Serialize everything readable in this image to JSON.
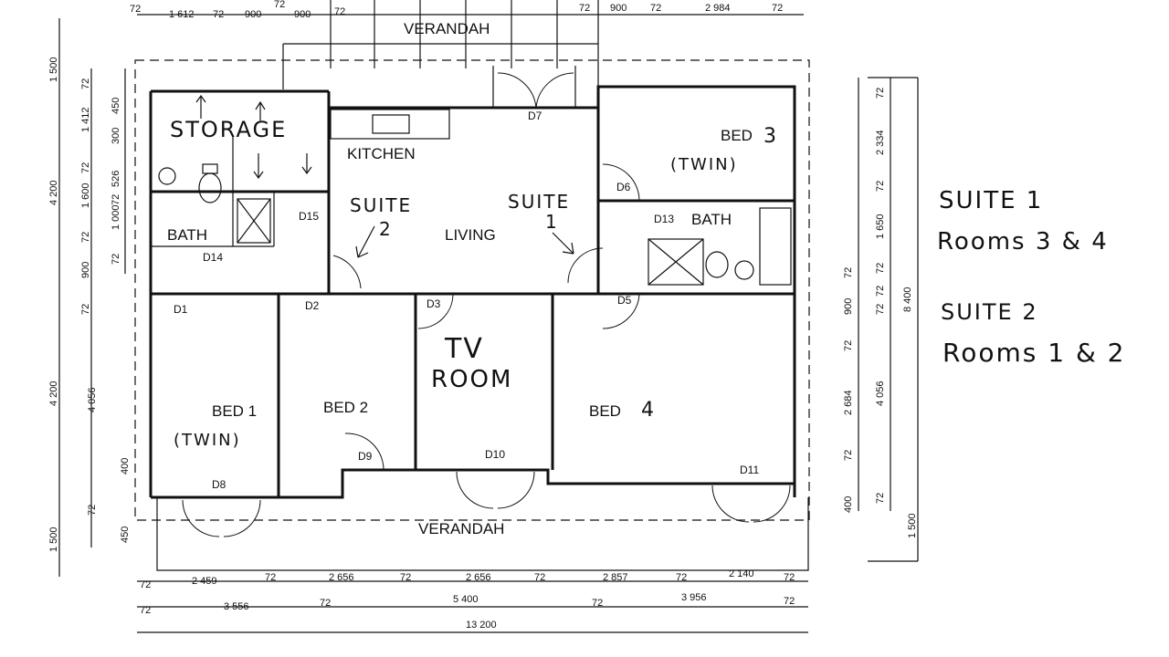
{
  "rooms": {
    "verandah_top": "VERANDAH",
    "verandah_bottom": "VERANDAH",
    "kitchen": "KITCHEN",
    "living": "LIVING",
    "bath_left": "BATH",
    "bath_right": "BATH",
    "bed1": "BED 1",
    "bed2": "BED 2",
    "bed3": "BED",
    "bed4": "BED"
  },
  "handwritten": {
    "storage": "STORAGE",
    "bed3_num": "3",
    "bed3_twin": "(TWIN)",
    "bed1_twin": "(TWIN)",
    "bed4_num": "4",
    "tv_line1": "TV",
    "tv_line2": "ROOM",
    "suite1_tag_1": "SUITE",
    "suite1_tag_2": "1",
    "suite2_tag_1": "SUITE",
    "suite2_tag_2": "2",
    "note_suite1_title": "SUITE 1",
    "note_suite1_rooms": "Rooms 3 & 4",
    "note_suite2_title": "SUITE 2",
    "note_suite2_rooms": "Rooms 1 & 2"
  },
  "doors": {
    "d1": "D1",
    "d2": "D2",
    "d3": "D3",
    "d5": "D5",
    "d6": "D6",
    "d7": "D7",
    "d8": "D8",
    "d9": "D9",
    "d10": "D10",
    "d11": "D11",
    "d13": "D13",
    "d14": "D14",
    "d15": "D15"
  },
  "dimensions": {
    "top": [
      "72",
      "1 612",
      "72",
      "900",
      "72",
      "900",
      "72",
      "72",
      "900",
      "72",
      "2 984",
      "72"
    ],
    "bottom1": [
      "72",
      "2 459",
      "72",
      "2 656",
      "72",
      "2 656",
      "72",
      "2 857",
      "72",
      "2 140",
      "72"
    ],
    "bottom2": [
      "72",
      "3 556",
      "72",
      "5 400",
      "72",
      "3 956",
      "72"
    ],
    "bottom3": "13 200",
    "left_outer": [
      "1 500",
      "4 200",
      "4 200",
      "1 500"
    ],
    "left_inner": [
      "72",
      "1 412",
      "72",
      "1 600",
      "72",
      "900",
      "72",
      "4 056",
      "72",
      "400",
      "450"
    ],
    "left_small": [
      "450",
      "300",
      "526",
      "72",
      "1 000",
      "72"
    ],
    "right_inner": [
      "72",
      "2 334",
      "72",
      "1 650",
      "72",
      "72",
      "900",
      "72",
      "2 684",
      "72",
      "400"
    ],
    "right_mid": [
      "72",
      "72",
      "4 056",
      "72"
    ],
    "right_total": "8 400",
    "right_outer": "1 500"
  }
}
